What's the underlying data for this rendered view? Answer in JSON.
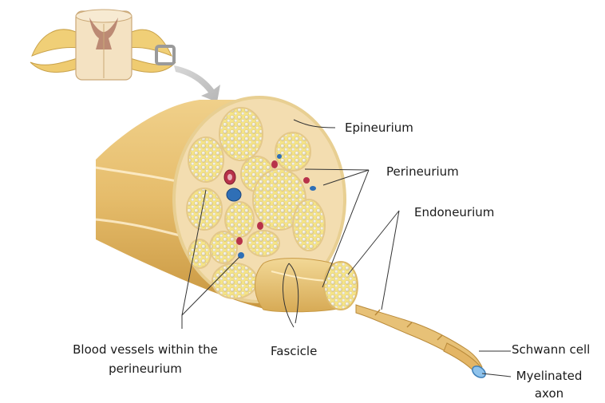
{
  "labels": {
    "epineurium": "Epineurium",
    "perineurium": "Perineurium",
    "endoneurium": "Endoneurium",
    "blood_vessels_line1": "Blood vessels within the",
    "blood_vessels_line2": "perineurium",
    "fascicle": "Fascicle",
    "schwann_cell": "Schwann cell",
    "myelinated_line1": "Myelinated",
    "myelinated_line2": "axon"
  },
  "colors": {
    "nerve_tan": "#e9c47a",
    "nerve_shadow": "#c89a45",
    "cross_section": "#f3ddb0",
    "fascicle_fill": "#f6e48a",
    "axon_dot": "#e9dfc0",
    "artery": "#b8324a",
    "vein": "#2f6fb6",
    "highlight_box": "#9a9a9a",
    "leader": "#333333"
  }
}
